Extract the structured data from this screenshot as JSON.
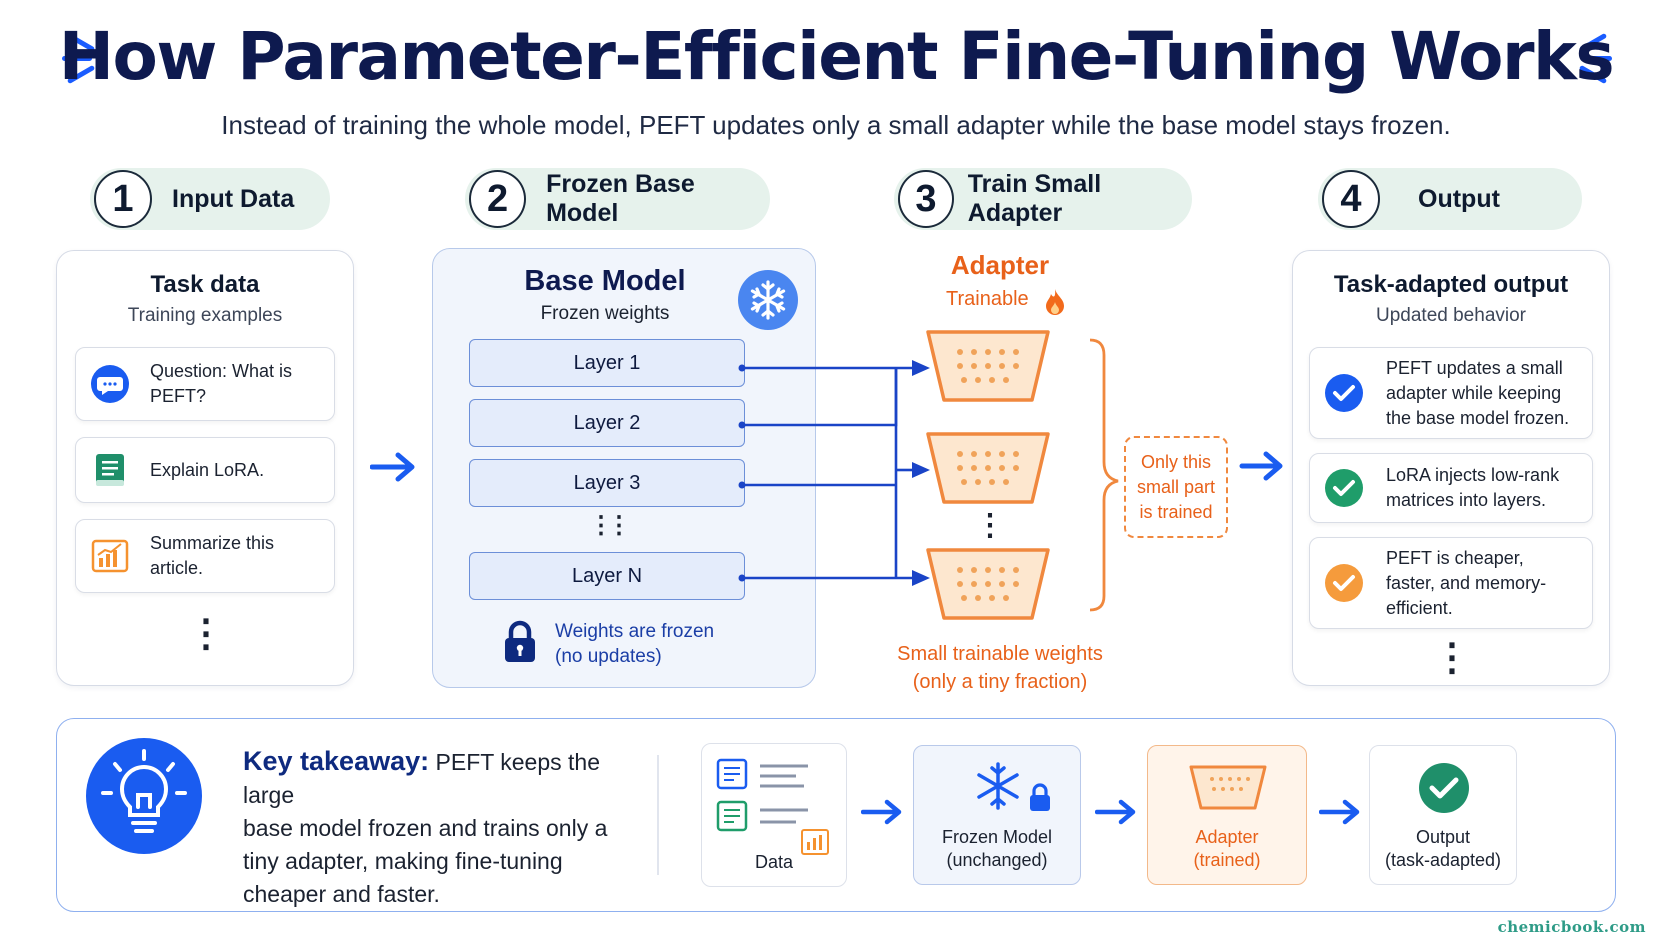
{
  "title": "How Parameter-Efficient Fine-Tuning Works",
  "subtitle": "Instead of training the whole model, PEFT updates only a small adapter while the base model stays frozen.",
  "steps": [
    {
      "num": "1",
      "label": "Input Data"
    },
    {
      "num": "2",
      "label": "Frozen Base Model"
    },
    {
      "num": "3",
      "label": "Train Small Adapter"
    },
    {
      "num": "4",
      "label": "Output"
    }
  ],
  "input_panel": {
    "title": "Task data",
    "subtitle": "Training examples",
    "items": [
      {
        "icon": "chat-bubble-icon",
        "text": "Question: What is PEFT?"
      },
      {
        "icon": "book-icon",
        "text": "Explain LoRA."
      },
      {
        "icon": "bar-chart-icon",
        "text": "Summarize this article."
      }
    ],
    "more": "⋮"
  },
  "base_panel": {
    "title": "Base Model",
    "subtitle": "Frozen weights",
    "layers": [
      "Layer 1",
      "Layer 2",
      "Layer 3",
      "Layer N"
    ],
    "dots": "⋮⋮",
    "lock_note_1": "Weights are frozen",
    "lock_note_2": "(no updates)"
  },
  "adapter": {
    "title": "Adapter",
    "subtitle": "Trainable",
    "note": "Only this small part is trained",
    "caption_1": "Small trainable weights",
    "caption_2": "(only a tiny fraction)",
    "dots": "⋮"
  },
  "output_panel": {
    "title": "Task-adapted output",
    "subtitle": "Updated behavior",
    "items": [
      {
        "color": "#1a5cf0",
        "text": "PEFT updates a small adapter while keeping the base model frozen."
      },
      {
        "color": "#1f9d6a",
        "text": "LoRA injects low-rank matrices into layers."
      },
      {
        "color": "#f59b3c",
        "text": "PEFT is cheaper, faster, and memory-efficient."
      }
    ],
    "more": "⋮"
  },
  "takeaway": {
    "label": "Key takeaway:",
    "text_1": "PEFT keeps the large",
    "text_2": "base model frozen and trains only a",
    "text_3": "tiny adapter, making fine-tuning",
    "text_4": "cheaper and faster."
  },
  "flow": {
    "data": "Data",
    "frozen_1": "Frozen Model",
    "frozen_2": "(unchanged)",
    "adapter_1": "Adapter",
    "adapter_2": "(trained)",
    "output_1": "Output",
    "output_2": "(task-adapted)"
  },
  "footer": "chemicbook.com",
  "colors": {
    "navy": "#0e1a4f",
    "accent_blue": "#1a5cff",
    "orange": "#e8611a",
    "green_pill": "#e6f2ec"
  }
}
